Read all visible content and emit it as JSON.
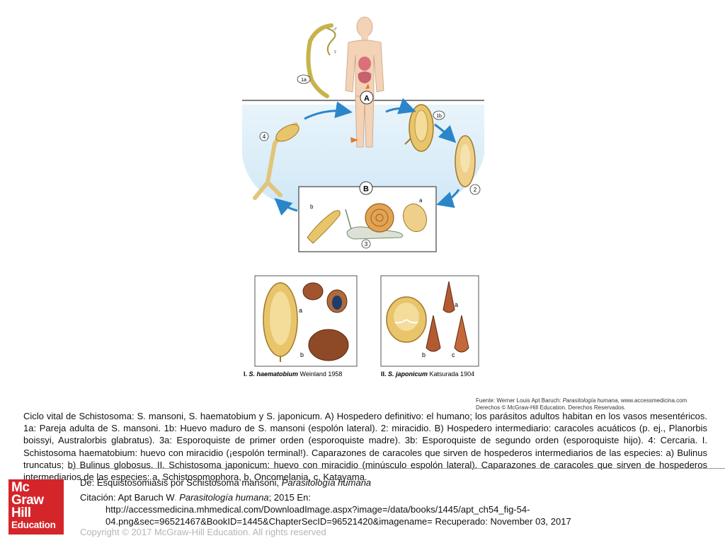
{
  "figure": {
    "labels": {
      "host_a": "A",
      "host_b": "B",
      "stage_1a": "1a",
      "stage_1b": "1b",
      "stage_2": "2",
      "stage_3": "3",
      "stage_4": "4",
      "snail_a": "a",
      "snail_b": "b",
      "bottom_left_a": "a",
      "bottom_left_b": "b",
      "bottom_right_a": "a",
      "bottom_right_b": "b",
      "bottom_right_c": "c",
      "male_symbol": "♂",
      "female_symbol": "♀"
    },
    "panel_left_caption": {
      "roman": "I. ",
      "species": "S. haematobium",
      "author": " Weinland 1958"
    },
    "panel_right_caption": {
      "roman": "II. ",
      "species": "S. japonicum",
      "author": " Katsurada 1904"
    },
    "source_line1_prefix": "Fuente: Werner Louis Apt Baruch: ",
    "source_line1_title": "Parasitología humana",
    "source_line1_suffix": ", www.accessmedicina.com",
    "source_line2": "Derechos © McGraw-Hill Education. Derechos Reservados.",
    "colors": {
      "water": "#d6ecf8",
      "arrow": "#2a86c8",
      "parasite": "#e8c46a",
      "parasite_dark": "#c79a3c",
      "snail_shell": "#a0552e"
    }
  },
  "caption": "Ciclo vital de Schistosoma: S. mansoni, S. haematobium y S. japonicum. A) Hospedero definitivo: el humano; los parásitos adultos habitan en los vasos mesentéricos. 1a: Pareja adulta de S. mansoni. 1b: Huevo maduro de S. mansoni (espolón lateral). 2: miracidio. B) Hospedero intermediario: caracoles acuáticos (p. ej., Planorbis boissyi, Australorbis glabratus). 3a: Esporoquiste de primer orden (esporoquiste madre). 3b: Esporoquiste de segundo orden (esporoquiste hijo). 4: Cercaria. I. Schistosoma haematobium: huevo con miracidio (¡espolón terminal!). Caparazones de caracoles que sirven de hospederos intermediarios de las especies: a) Bulinus truncatus; b) Bulinus globosus. II. Schistosoma japonicum: huevo con miracidio (minúsculo espolón lateral). Caparazones de caracoles que sirven de hospederos intermediarios de las especies: a, Schistosomophora, b, Oncomelania, c, Katayama.",
  "logo": {
    "line1": "Mc",
    "line2": "Graw",
    "line3": "Hill",
    "line4": "Education",
    "color": "#d4252b"
  },
  "citation": {
    "de_prefix": "De: ",
    "de_text": "Esquistosomiasis por Schistosoma mansoni, ",
    "de_title": "Parasitología humana",
    "cita_prefix": "Citación: Apt Baruch W",
    "cita_dot": ". ",
    "cita_title": "Parasitología humana",
    "cita_suffix": "; 2015 En:",
    "url_line1": "http://accessmedicina.mhmedical.com/DownloadImage.aspx?image=/data/books/1445/apt_ch54_fig-54-",
    "url_line2": "04.png&sec=96521467&BookID=1445&ChapterSecID=96521420&imagename= Recuperado: November 03, 2017"
  },
  "copyright": "Copyright © 2017 McGraw-Hill Education. All rights reserved"
}
